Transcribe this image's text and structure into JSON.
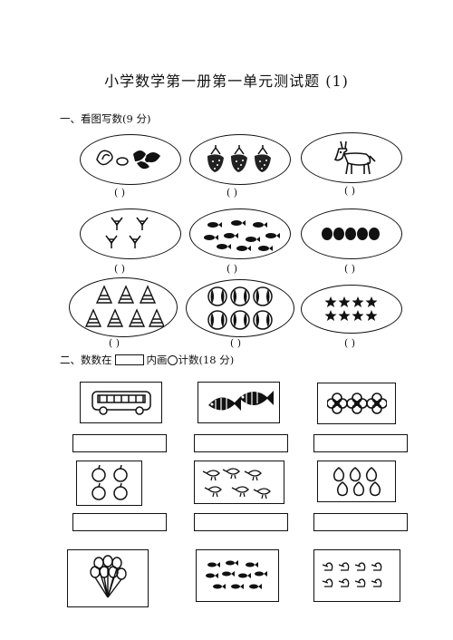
{
  "title": "小学数学第一册第一单元测试题 (1)",
  "section1": {
    "heading": "一、看图写数(9 分)",
    "answer_blank": "(    )",
    "items": [
      {
        "icon": "butterfly-icon"
      },
      {
        "icon": "strawberry-icon"
      },
      {
        "icon": "donkey-icon"
      },
      {
        "icon": "bird-icon"
      },
      {
        "icon": "fish-icon"
      },
      {
        "icon": "bead-icon"
      },
      {
        "icon": "cone-icon"
      },
      {
        "icon": "ball-icon"
      },
      {
        "icon": "star-icon"
      }
    ]
  },
  "section2": {
    "heading_part1": "二、数数在",
    "heading_part2": "内画",
    "heading_part3": "计数(18 分)",
    "items": [
      {
        "icon": "bus-icon"
      },
      {
        "icon": "fish-icon"
      },
      {
        "icon": "flower-icon"
      },
      {
        "icon": "apple-icon"
      },
      {
        "icon": "chicken-icon"
      },
      {
        "icon": "peach-icon"
      },
      {
        "icon": "balloon-icon"
      },
      {
        "icon": "fish-icon"
      },
      {
        "icon": "duck-icon"
      }
    ]
  }
}
